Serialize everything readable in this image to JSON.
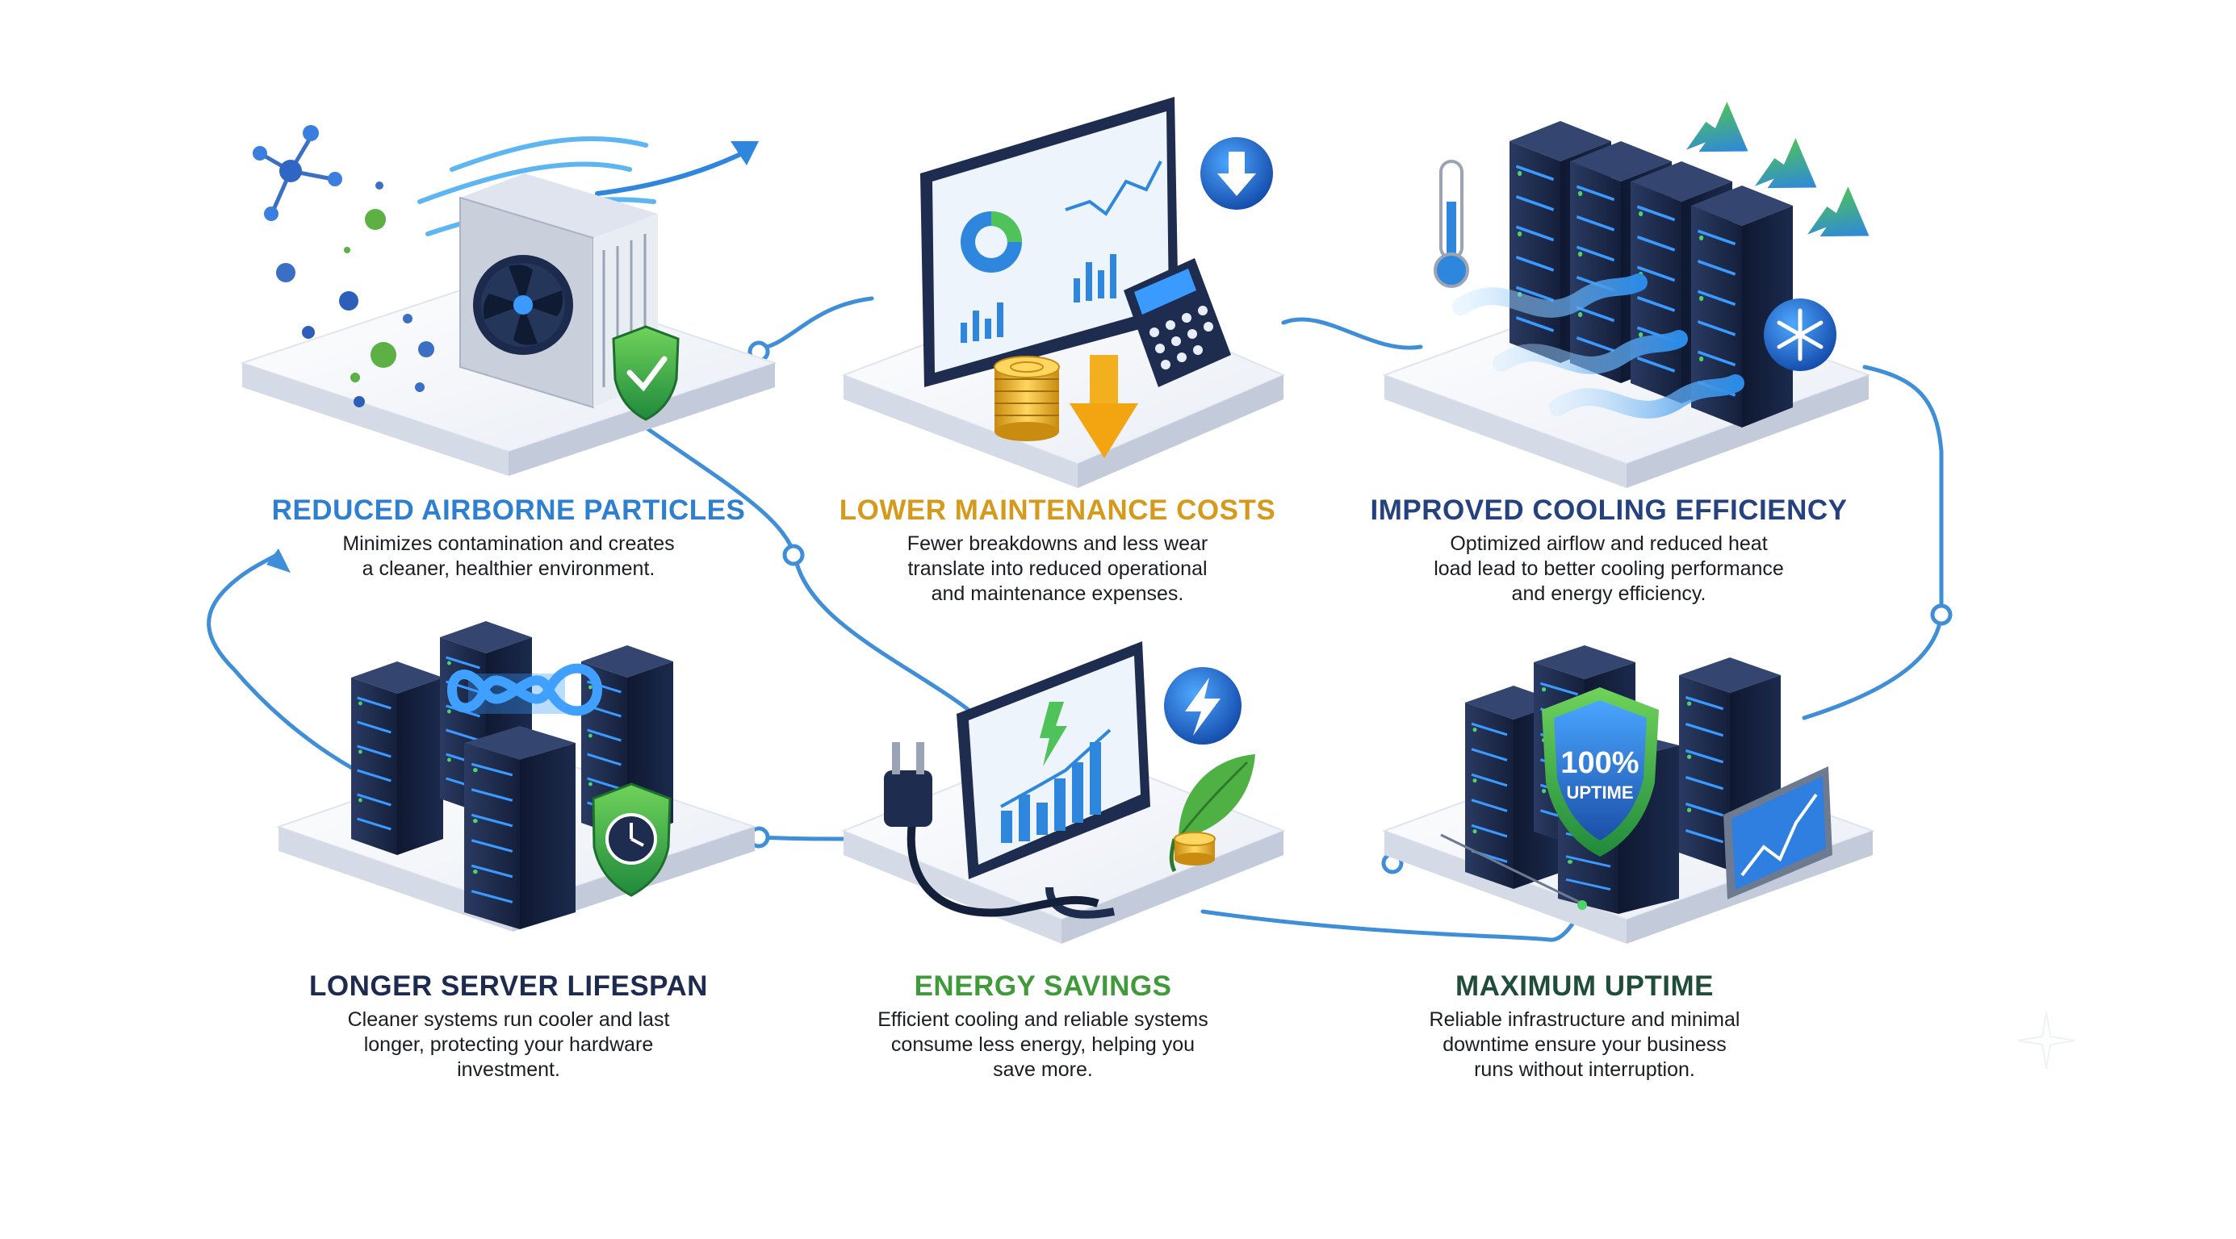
{
  "colors": {
    "connector": "#3e8ed8",
    "platform_top": "#f5f7fb",
    "platform_side": "#d5dbe6",
    "server_body": "#1e2c4f",
    "server_light": "#3a9aff",
    "green": "#4caf50",
    "gold": "#e0b030"
  },
  "benefits": [
    {
      "title": "REDUCED AIRBORNE PARTICLES",
      "title_color": "#2f7fd0",
      "desc": [
        "Minimizes contamination and creates",
        "a cleaner, healthier environment."
      ],
      "icons": [
        "air-purifier-icon",
        "virus-particle-icon",
        "molecule-icon",
        "airflow-arrow-icon",
        "shield-check-icon"
      ]
    },
    {
      "title": "LOWER MAINTENANCE COSTS",
      "title_color": "#d59a1c",
      "desc": [
        "Fewer breakdowns and less wear",
        "translate into reduced operational",
        "and maintenance expenses."
      ],
      "icons": [
        "dashboard-monitor-icon",
        "calculator-icon",
        "coin-stack-icon",
        "down-arrow-icon",
        "down-arrow-badge-icon"
      ]
    },
    {
      "title": "IMPROVED COOLING EFFICIENCY",
      "title_color": "#25427e",
      "desc": [
        "Optimized airflow and reduced heat",
        "load lead to better cooling performance",
        "and energy efficiency."
      ],
      "icons": [
        "thermometer-icon",
        "server-rack-icon",
        "cool-airflow-icon",
        "up-arrow-icon",
        "snowflake-icon"
      ]
    },
    {
      "title": "LONGER SERVER LIFESPAN",
      "title_color": "#1c2b4f",
      "desc": [
        "Cleaner systems run cooler and last",
        "longer, protecting your hardware",
        "investment."
      ],
      "icons": [
        "server-rack-icon",
        "infinity-icon",
        "clock-shield-icon"
      ]
    },
    {
      "title": "ENERGY SAVINGS",
      "title_color": "#3f9a3a",
      "desc": [
        "Efficient cooling and reliable systems",
        "consume less energy, helping you",
        "save more."
      ],
      "icons": [
        "power-plug-icon",
        "tablet-chart-icon",
        "lightning-icon",
        "leaf-icon",
        "coin-icon"
      ]
    },
    {
      "title": "MAXIMUM UPTIME",
      "title_color": "#1f4d3a",
      "desc": [
        "Reliable infrastructure and minimal",
        "downtime ensure your business",
        "runs without interruption."
      ],
      "icons": [
        "server-rack-icon",
        "uptime-shield-icon",
        "trend-chart-icon"
      ],
      "badge": {
        "line1": "100%",
        "line2": "UPTIME"
      }
    }
  ]
}
